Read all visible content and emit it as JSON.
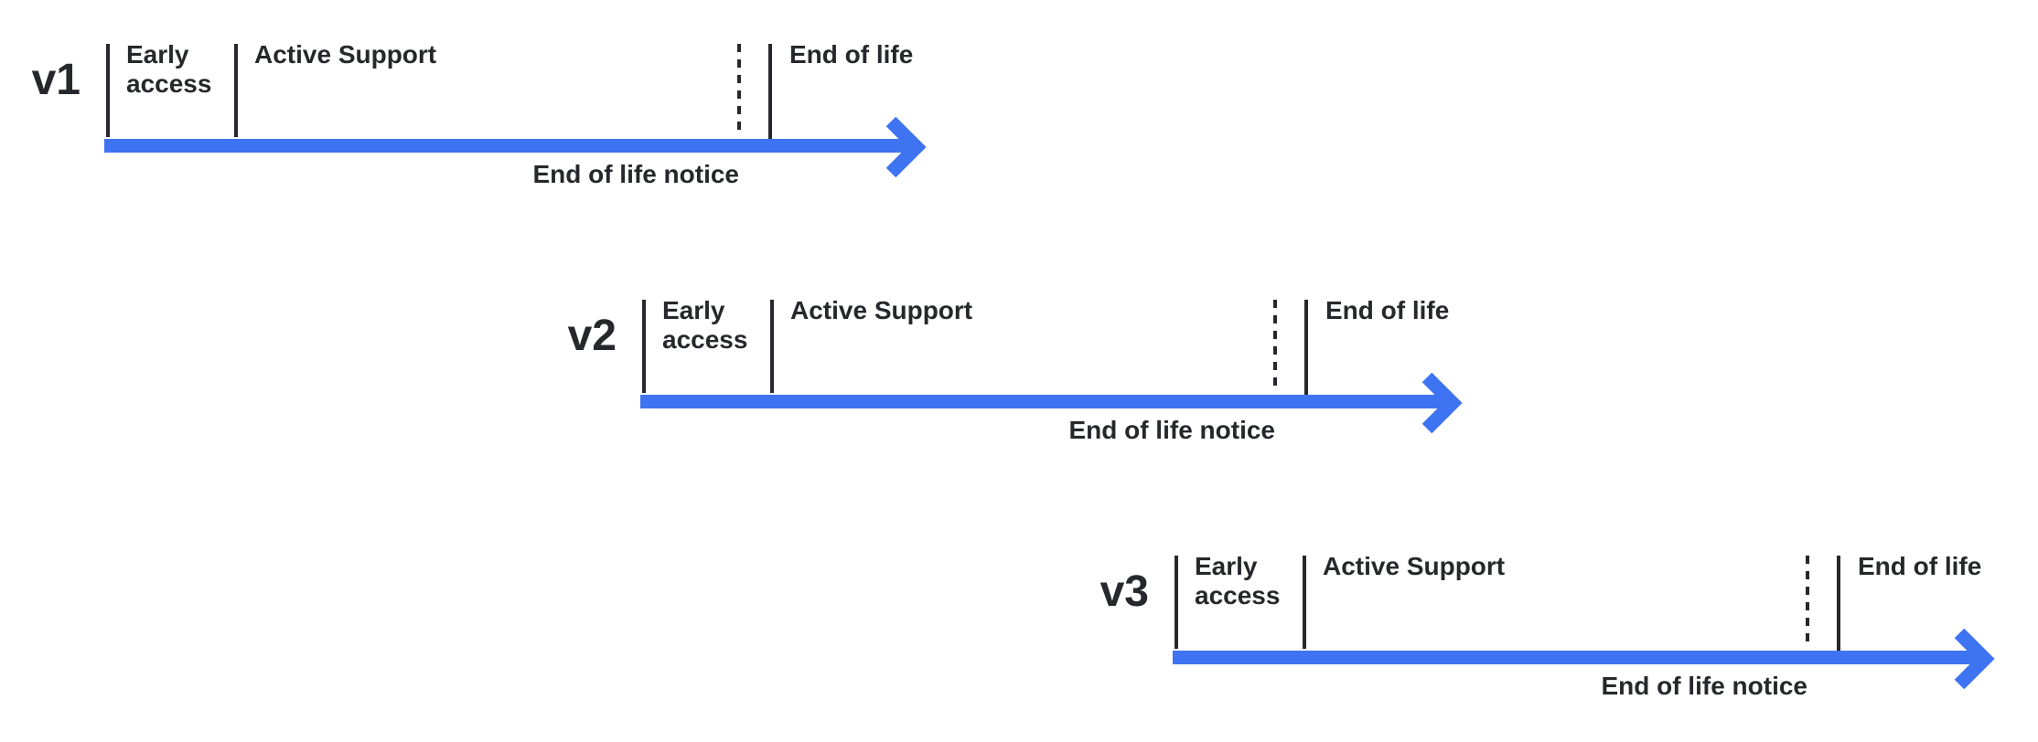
{
  "colors": {
    "accent_blue": "#3e73f1",
    "ink": "#26282c"
  },
  "rows": [
    {
      "version": "v1",
      "early_access": "Early access",
      "active_support": "Active Support",
      "end_of_life": "End of life",
      "end_of_life_notice": "End of life notice"
    },
    {
      "version": "v2",
      "early_access": "Early access",
      "active_support": "Active Support",
      "end_of_life": "End of life",
      "end_of_life_notice": "End of life notice"
    },
    {
      "version": "v3",
      "early_access": "Early access",
      "active_support": "Active Support",
      "end_of_life": "End of life",
      "end_of_life_notice": "End of life notice"
    }
  ]
}
